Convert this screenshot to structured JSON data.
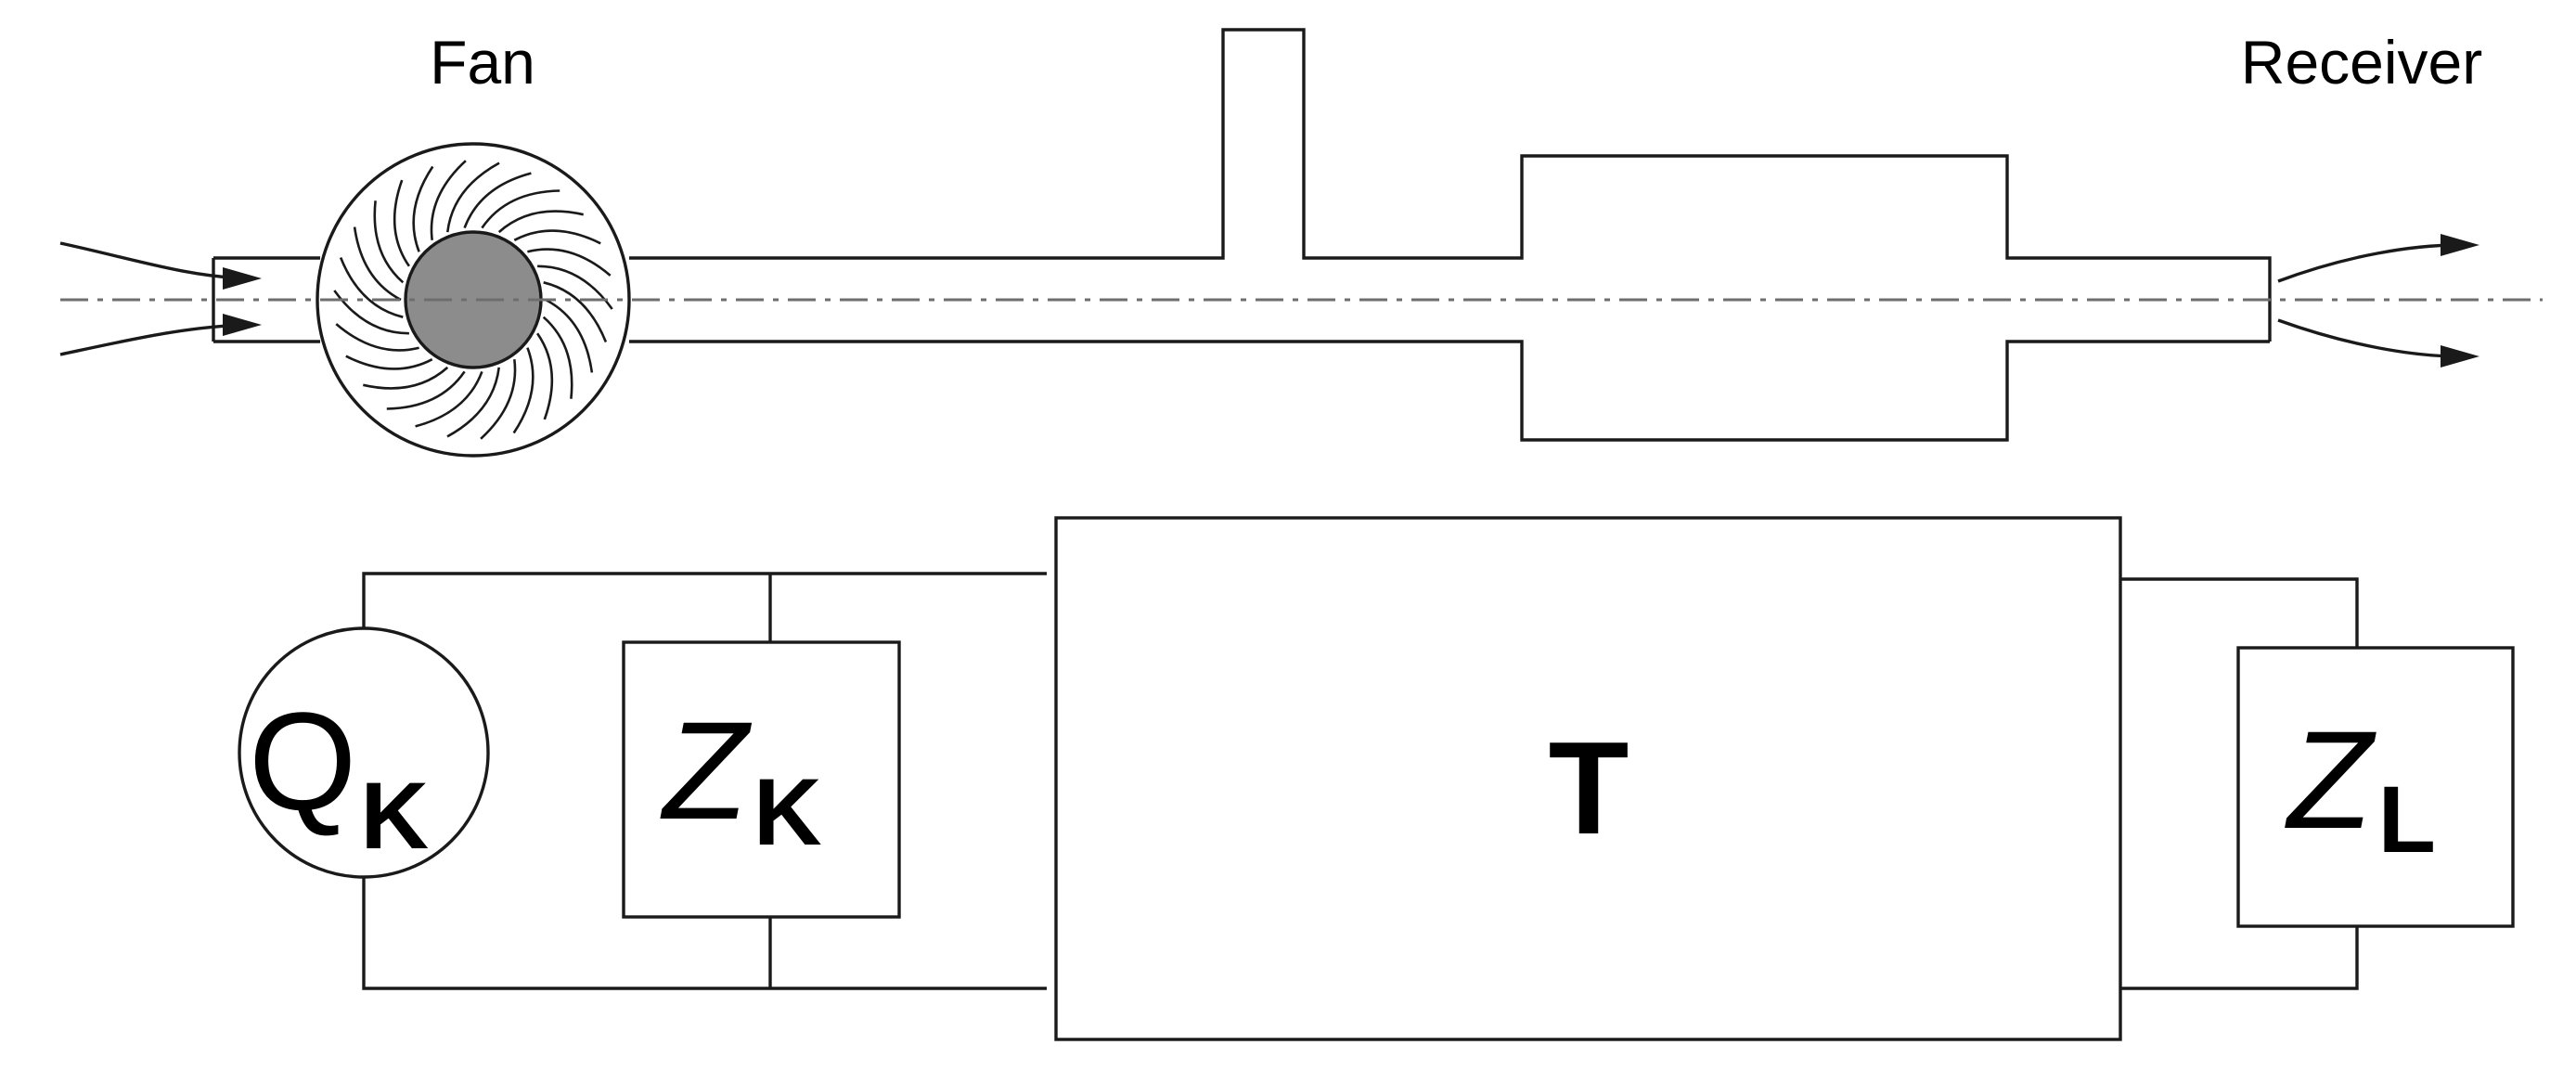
{
  "labels": {
    "fan": "Fan",
    "receiver": "Receiver",
    "source": {
      "main": "Q",
      "sub": "K"
    },
    "source_impedance": {
      "main": "Z",
      "sub": "K"
    },
    "transfer": "T",
    "load_impedance": {
      "main": "Z",
      "sub": "L"
    }
  },
  "colors": {
    "line": "#1a1a1a",
    "fan_hub": "#8c8c8c",
    "centerline": "#6e6e6e"
  }
}
